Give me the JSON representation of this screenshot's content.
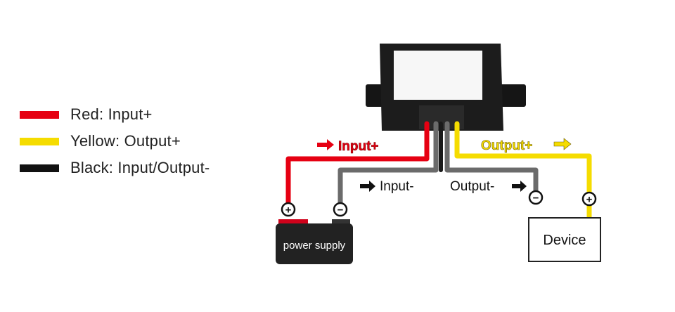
{
  "legend": [
    {
      "label": "Red: Input+",
      "color": "#e60012"
    },
    {
      "label": "Yellow: Output+",
      "color": "#f5dc00"
    },
    {
      "label": "Black: Input/Output-",
      "color": "#111111"
    }
  ],
  "labels": {
    "input_plus": "Input+",
    "output_plus": "Output+",
    "input_minus": "Input-",
    "output_minus": "Output-"
  },
  "boxes": {
    "power_supply": "power supply",
    "device": "Device"
  },
  "terminals": {
    "plus": "+",
    "minus": "−"
  },
  "colors": {
    "red_wire": "#e60012",
    "yellow_wire": "#f5dc00",
    "black_wire": "#1a1a1a",
    "grey_wire": "#6b6b6b",
    "converter_body": "#1c1c1c",
    "battery_body": "#222222"
  }
}
